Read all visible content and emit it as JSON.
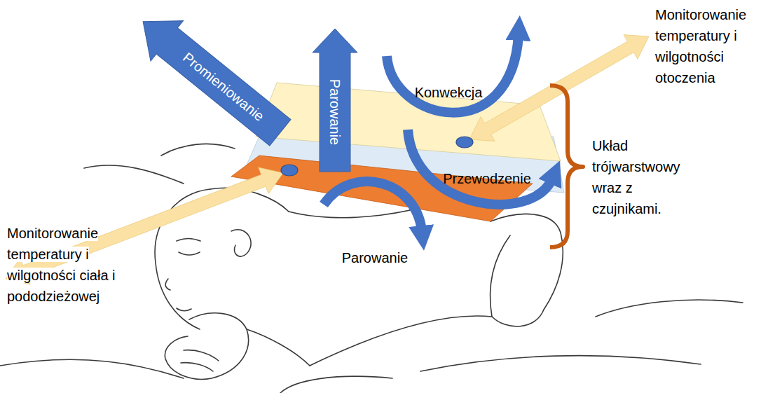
{
  "diagram": {
    "nodes": [
      {
        "text": [
          "Promieniowanie"
        ]
      },
      {
        "text": [
          "Parowanie"
        ]
      }
    ],
    "labels": [
      "Konwekcja",
      "Monitorowanie temperatury i wilgotności otoczenia",
      "Układ trójwarstwowy wraz z czujnikami.",
      "Przewodzenie",
      "Parowanie",
      "Monitorowanie temperatury i wilgotności ciała i pododzieżowej"
    ]
  }
}
